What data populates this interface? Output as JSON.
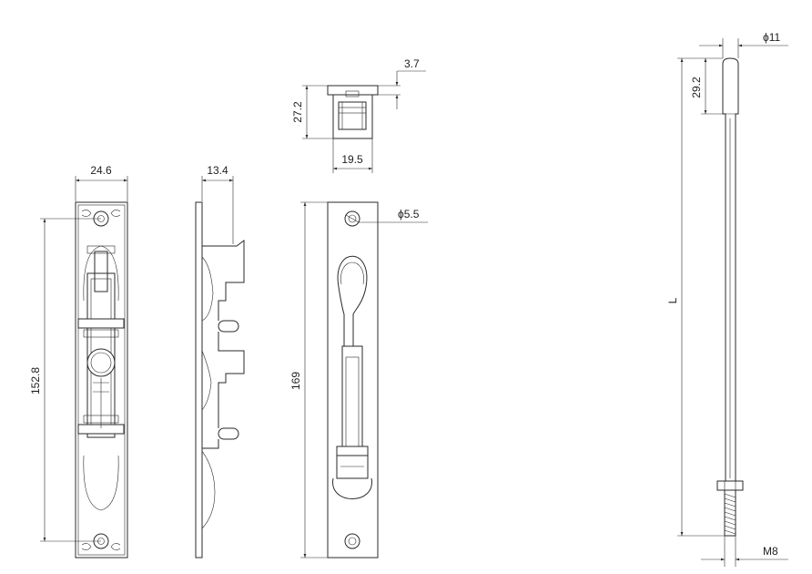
{
  "dimensions": {
    "front_width": "24.6",
    "front_height": "152.8",
    "side_depth": "13.4",
    "top_offset": "3.7",
    "top_height": "27.2",
    "top_width": "19.5",
    "plate_height": "169",
    "hole_dia": "ϕ5.5",
    "rod_dia": "ϕ11",
    "rod_tip": "29.2",
    "rod_length": "L",
    "thread": "M8"
  },
  "colors": {
    "line": "#2a2a2a",
    "background": "#ffffff"
  }
}
